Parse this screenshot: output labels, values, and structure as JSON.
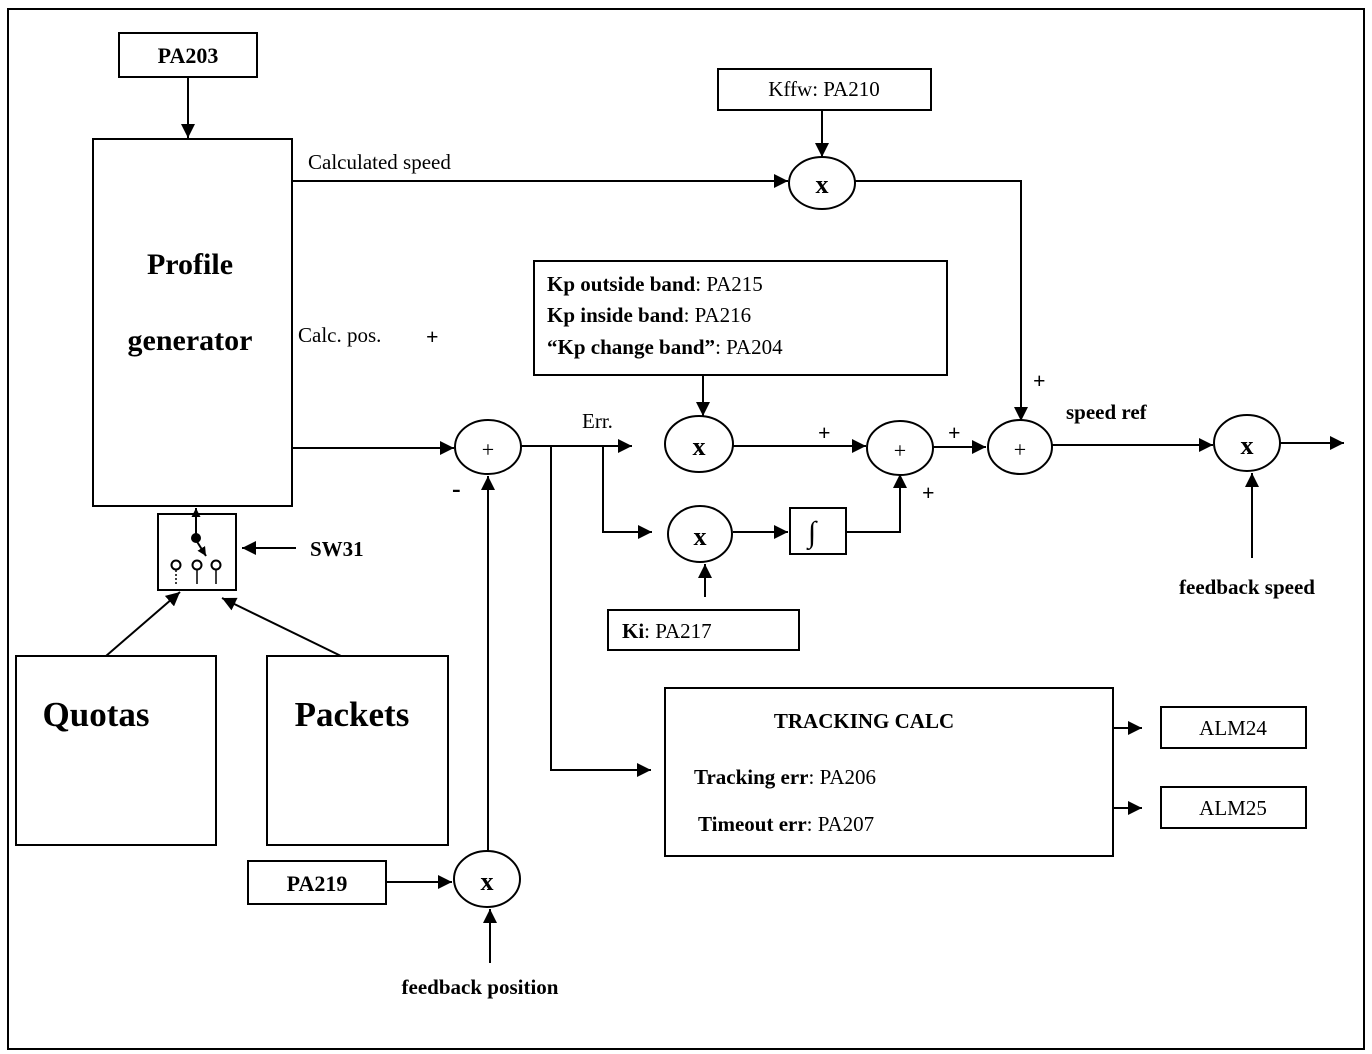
{
  "blocks": {
    "pa203": "PA203",
    "profile_line1": "Profile",
    "profile_line2": "generator",
    "quotas": "Quotas",
    "packets": "Packets",
    "pa219": "PA219",
    "kffw": "Kffw: PA210",
    "kp_outside_label": "Kp outside band",
    "kp_outside_value": ":    PA215",
    "kp_inside_label": "Kp inside band",
    "kp_inside_value": ":      PA216",
    "kp_change_label": "“Kp change band”",
    "kp_change_value": ": PA204",
    "ki_label": "Ki",
    "ki_value": ": PA217",
    "tracking_title": "TRACKING CALC",
    "tracking_err_label": "Tracking err",
    "tracking_err_value": ": PA206",
    "timeout_err_label": "Timeout err",
    "timeout_err_value": ": PA207",
    "alm24": "ALM24",
    "alm25": "ALM25",
    "integrator_symbol": "∫"
  },
  "operators": {
    "multiply": "x",
    "sum": "+"
  },
  "signals": {
    "calculated_speed": "Calculated speed",
    "calc_pos": "Calc. pos.",
    "err": "Err.",
    "speed_ref": "speed ref",
    "feedback_speed": "feedback speed",
    "feedback_position": "feedback position",
    "sw31": "SW31"
  },
  "signs": {
    "plus": "+",
    "minus": "-"
  }
}
